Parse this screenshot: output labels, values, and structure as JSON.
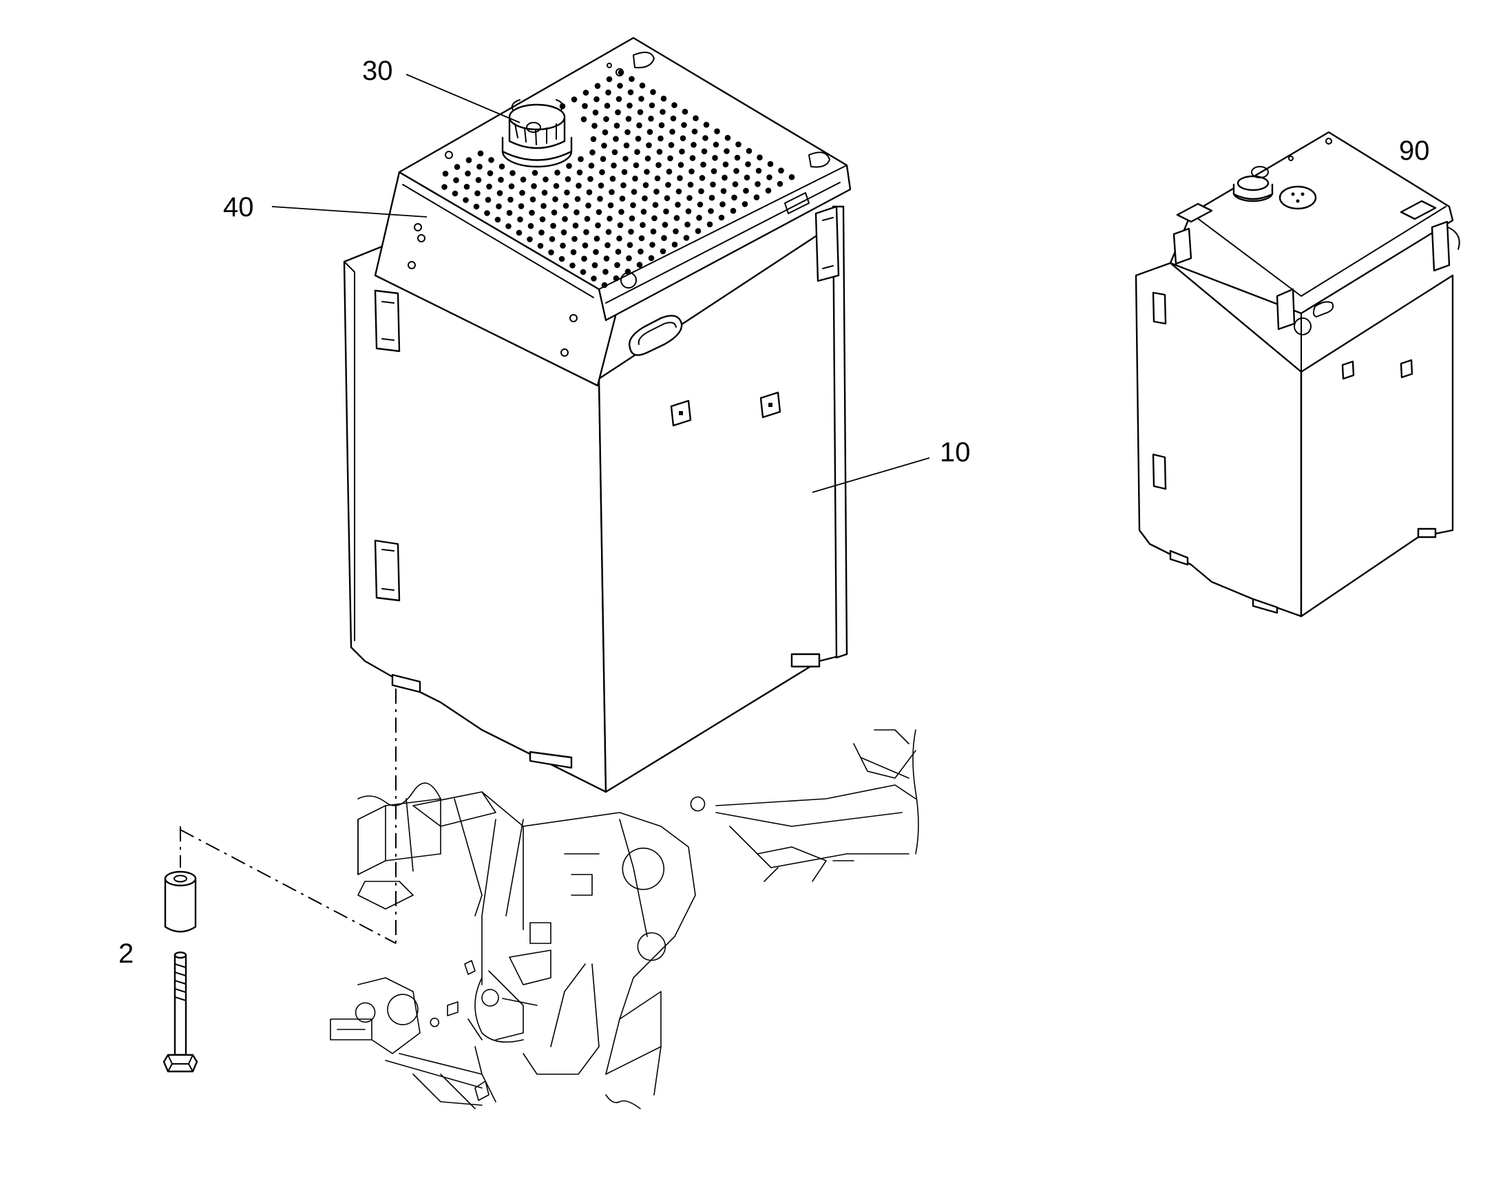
{
  "callouts": {
    "part_2": "2",
    "part_10": "10",
    "part_30": "30",
    "part_40": "40",
    "part_90": "90"
  },
  "components": {
    "main_tank": "tank-body",
    "filler_cap": "filler-cap",
    "top_cover": "perforated-cover",
    "spacer": "spacer-sleeve",
    "bolt": "mounting-bolt",
    "alt_tank": "tank-assembly-variant",
    "frame": "machine-frame"
  }
}
